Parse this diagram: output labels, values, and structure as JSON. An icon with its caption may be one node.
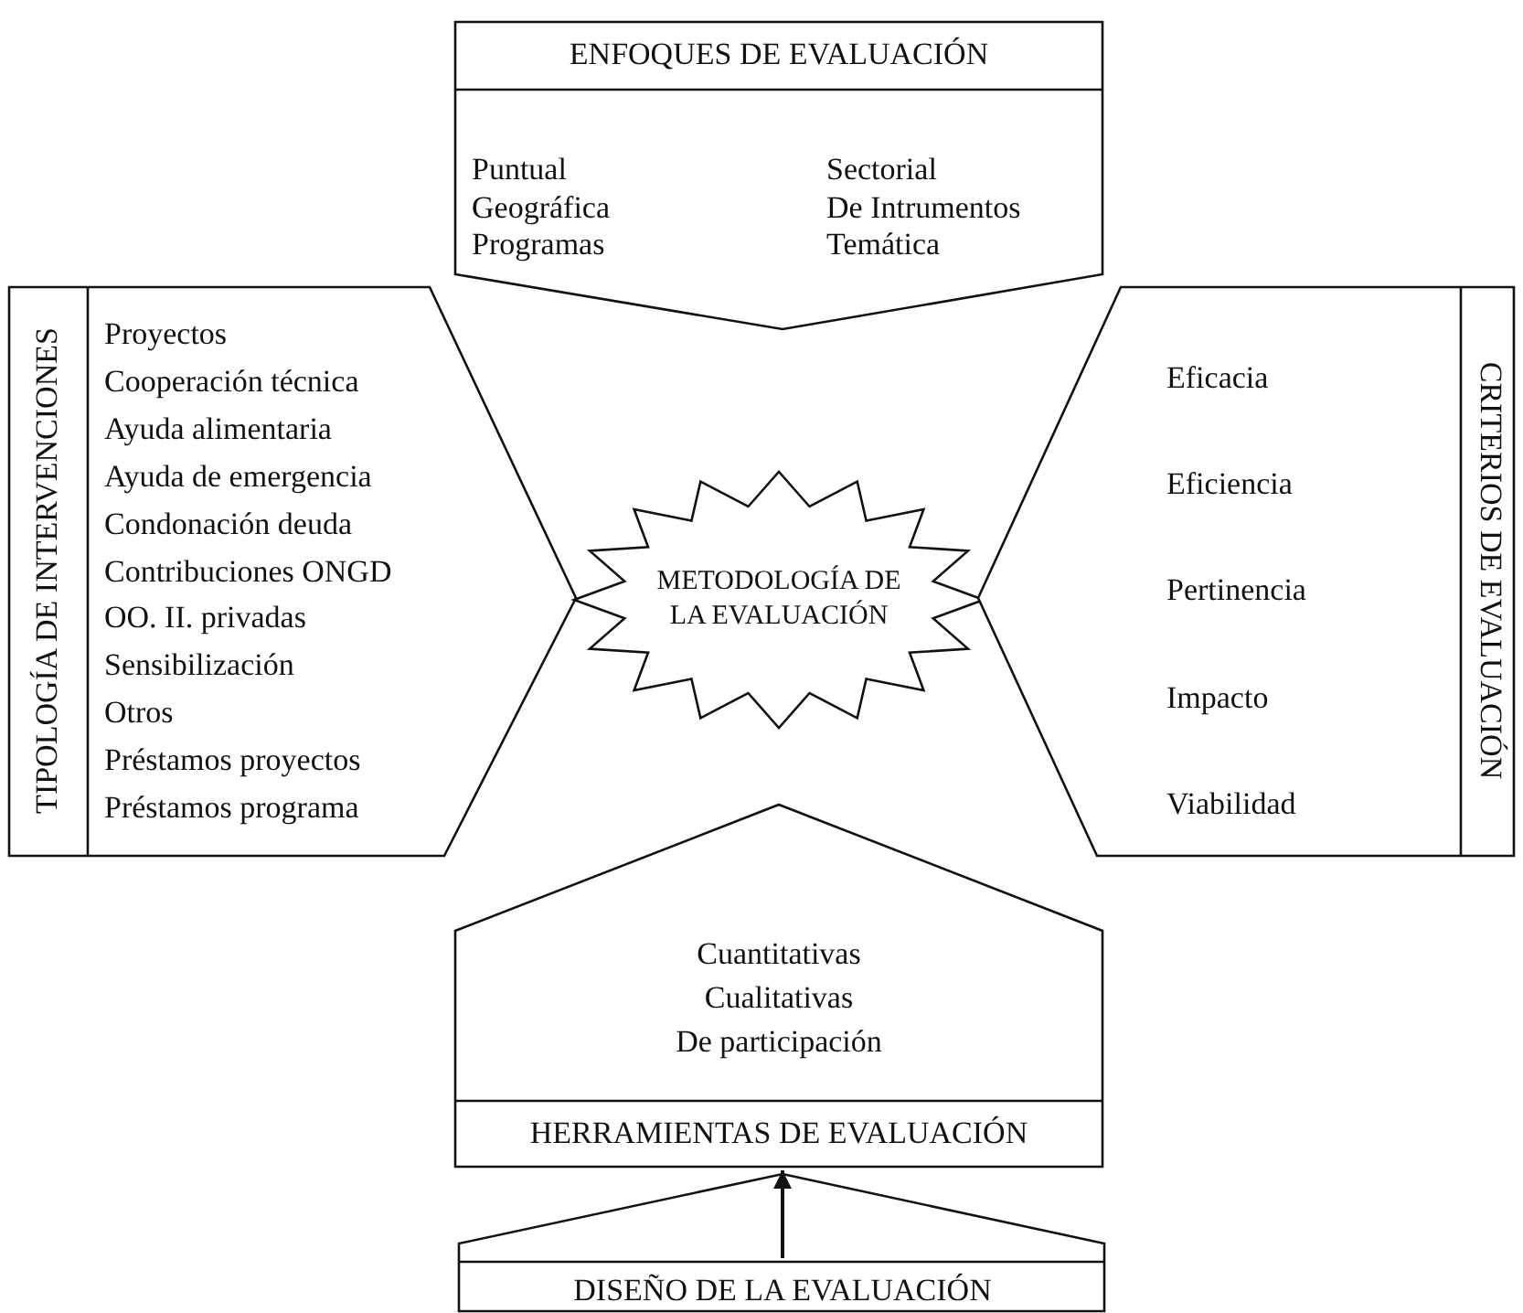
{
  "diagram": {
    "nodes": [
      {
        "text": [
          "ENFOQUES DE EVALUACIÓN",
          "Puntual",
          "Geográfica",
          "Programas",
          "Sectorial",
          "De Intrumentos",
          "Temática"
        ]
      },
      {
        "text": [
          "TIPOLOGÍA DE INTERVENCIONES",
          "Proyectos",
          "Cooperación técnica",
          "Ayuda alimentaria",
          "Ayuda de emergencia",
          "Condonación deuda",
          "Contribuciones ONGD",
          "OO. II. privadas",
          "Sensibilización",
          "Otros",
          "Préstamos proyectos",
          "Préstamos programa"
        ]
      },
      {
        "text": [
          "METODOLOGÍA DE LA EVALUACIÓN"
        ]
      },
      {
        "text": [
          "Eficacia",
          "Eficiencia",
          "Pertinencia",
          "Impacto",
          "Viabilidad",
          "CRITERIOS DE EVALUACIÓN"
        ]
      },
      {
        "text": [
          "Cuantitativas",
          "Cualitativas",
          "De participación",
          "HERRAMIENTAS DE EVALUACIÓN"
        ]
      },
      {
        "text": [
          "DISEÑO DE LA EVALUACIÓN"
        ]
      }
    ],
    "edges": [
      {
        "from": 5,
        "to": 4,
        "arrow": "to"
      }
    ]
  }
}
